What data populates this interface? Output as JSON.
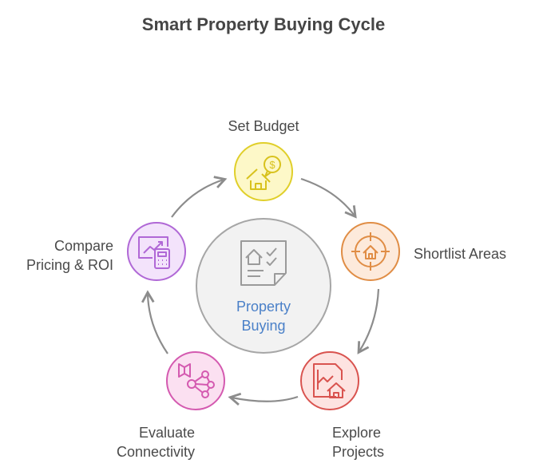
{
  "title": "Smart Property Buying Cycle",
  "center": {
    "label_line1": "Property",
    "label_line2": "Buying",
    "icon": "property-checklist-icon",
    "fill": "#f2f2f2",
    "stroke": "#a6a6a6",
    "text_color": "#4a80c8"
  },
  "steps": [
    {
      "label_line1": "Set Budget",
      "label_line2": "",
      "icon": "house-dollar-icon",
      "fill": "#fdf8c8",
      "stroke": "#e0cf2a"
    },
    {
      "label_line1": "Shortlist Areas",
      "label_line2": "",
      "icon": "house-target-icon",
      "fill": "#fdeadb",
      "stroke": "#e08d45"
    },
    {
      "label_line1": "Explore",
      "label_line2": "Projects",
      "icon": "chart-document-house-icon",
      "fill": "#fde3e1",
      "stroke": "#d9534f"
    },
    {
      "label_line1": "Evaluate",
      "label_line2": "Connectivity",
      "icon": "map-network-icon",
      "fill": "#fbe0f1",
      "stroke": "#d45ab0"
    },
    {
      "label_line1": "Compare",
      "label_line2": "Pricing & ROI",
      "icon": "chart-calculator-icon",
      "fill": "#f3e3fb",
      "stroke": "#b068d6"
    }
  ],
  "arrow_color": "#8c8c8c"
}
